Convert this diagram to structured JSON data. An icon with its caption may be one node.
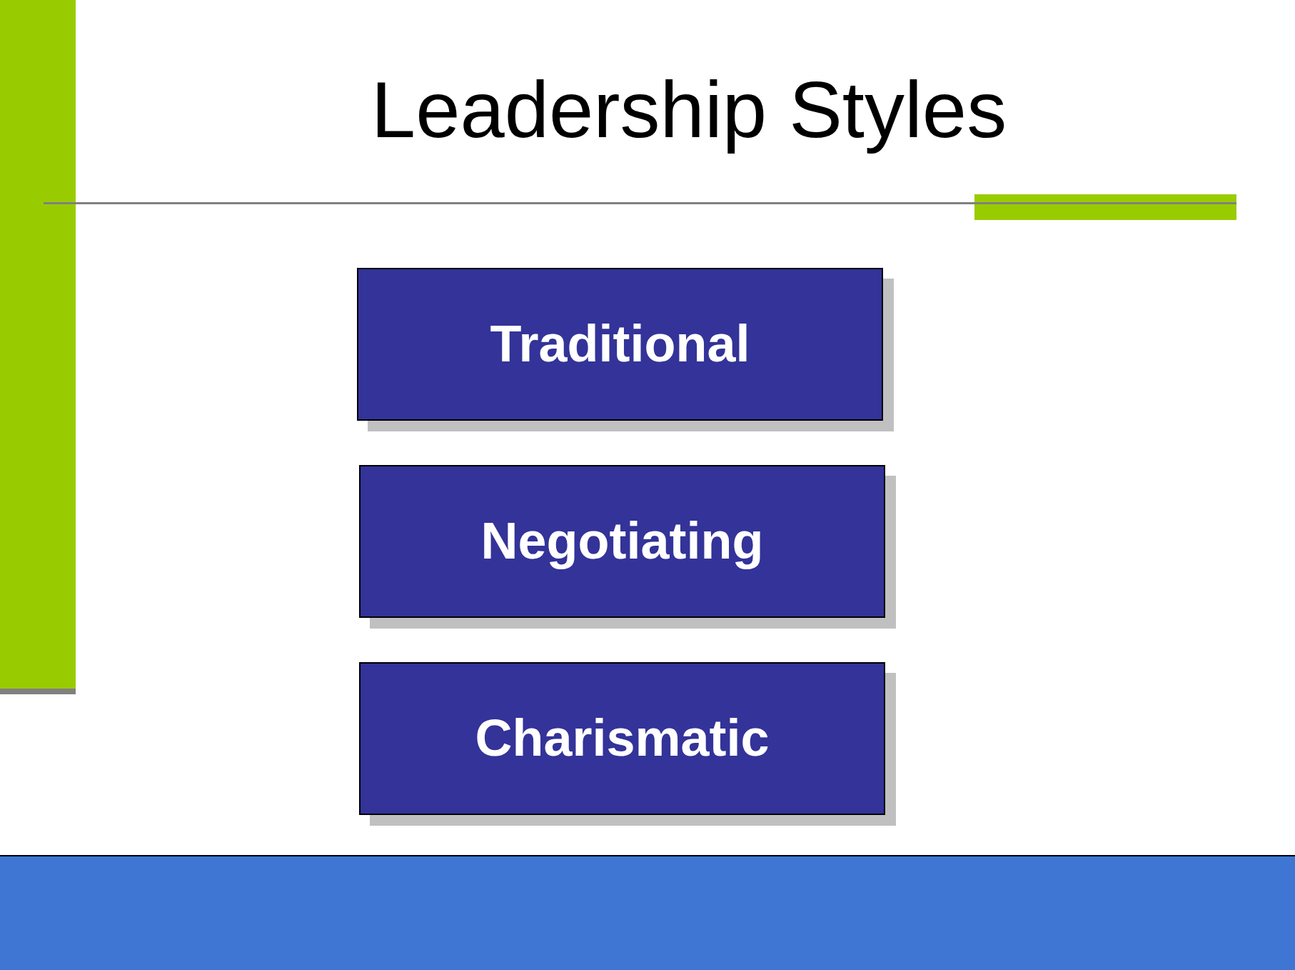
{
  "diagram": {
    "title": "Leadership Styles",
    "nodes": [
      {
        "text": [
          "Traditional"
        ]
      },
      {
        "text": [
          "Negotiating"
        ]
      },
      {
        "text": [
          "Charismatic"
        ]
      }
    ]
  }
}
